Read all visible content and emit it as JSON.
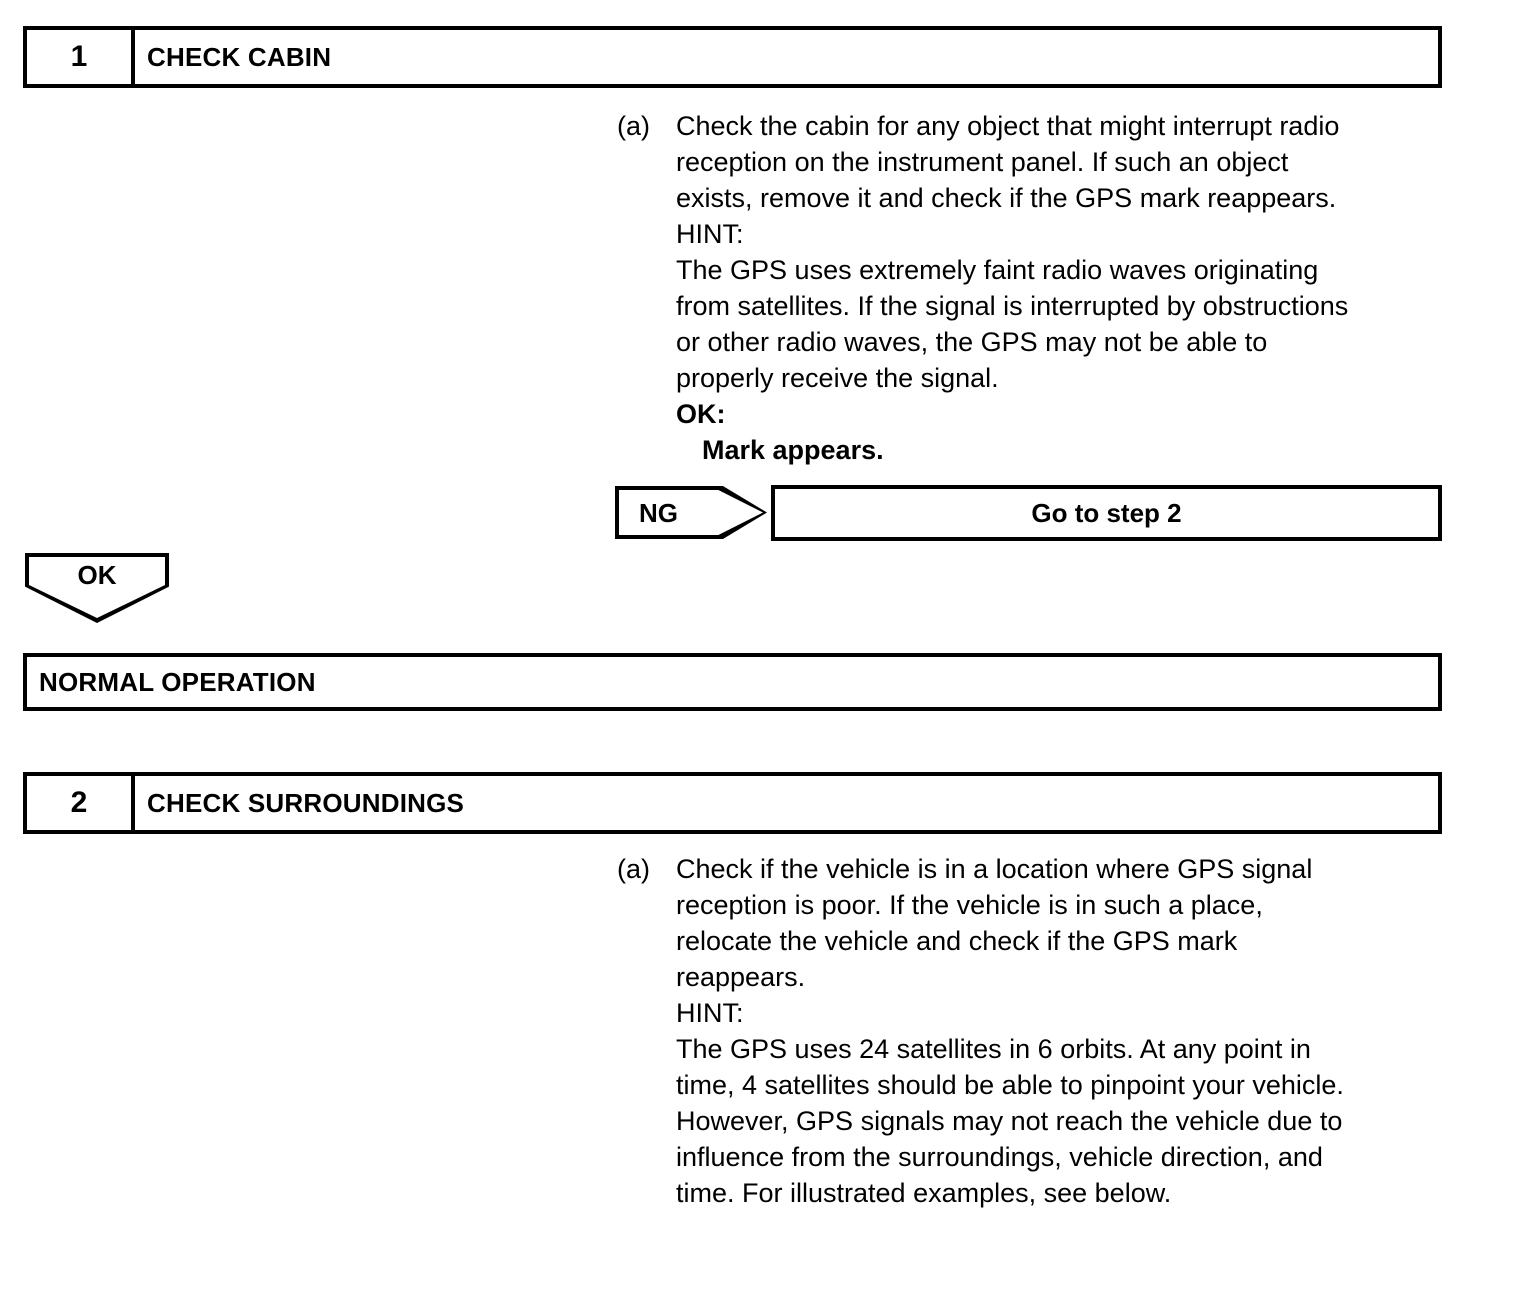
{
  "document": {
    "type": "troubleshooting-flowchart",
    "subject": "GPS signal reception"
  },
  "steps": [
    {
      "number": "1",
      "title": "CHECK CABIN",
      "procedures": [
        {
          "marker": "(a)",
          "lines": [
            {
              "text": "Check the cabin for any object that might interrupt radio",
              "bold": false,
              "indent": false
            },
            {
              "text": "reception on the instrument panel. If such an object",
              "bold": false,
              "indent": false
            },
            {
              "text": "exists, remove it and check if the GPS mark reappears.",
              "bold": false,
              "indent": false
            },
            {
              "text": "HINT:",
              "bold": false,
              "indent": false
            },
            {
              "text": "The GPS uses extremely faint radio waves originating",
              "bold": false,
              "indent": false
            },
            {
              "text": "from satellites. If the signal is interrupted by obstructions",
              "bold": false,
              "indent": false
            },
            {
              "text": "or other radio waves, the GPS may not be able to",
              "bold": false,
              "indent": false
            },
            {
              "text": "properly receive the signal.",
              "bold": false,
              "indent": false
            },
            {
              "text": "OK:",
              "bold": true,
              "indent": false
            },
            {
              "text": "Mark appears.",
              "bold": true,
              "indent": true
            }
          ]
        }
      ],
      "ng_tag": "NG",
      "ng_target": "Go to step 2",
      "ok_tag": "OK"
    },
    {
      "number": "2",
      "title": "CHECK SURROUNDINGS",
      "procedures": [
        {
          "marker": "(a)",
          "lines": [
            {
              "text": "Check if the vehicle is in a location where GPS signal",
              "bold": false,
              "indent": false
            },
            {
              "text": "reception is poor. If the vehicle is in such a place,",
              "bold": false,
              "indent": false
            },
            {
              "text": "relocate the vehicle and check if the GPS mark",
              "bold": false,
              "indent": false
            },
            {
              "text": "reappears.",
              "bold": false,
              "indent": false
            },
            {
              "text": "HINT:",
              "bold": false,
              "indent": false
            },
            {
              "text": "The GPS uses 24 satellites in 6 orbits. At any point in",
              "bold": false,
              "indent": false
            },
            {
              "text": "time, 4 satellites should be able to pinpoint your vehicle.",
              "bold": false,
              "indent": false
            },
            {
              "text": "However, GPS signals may not reach the vehicle due to",
              "bold": false,
              "indent": false
            },
            {
              "text": "influence from the surroundings, vehicle direction, and",
              "bold": false,
              "indent": false
            },
            {
              "text": "time. For illustrated examples, see below.",
              "bold": false,
              "indent": false
            }
          ]
        }
      ]
    }
  ],
  "result_bars": [
    {
      "label": "NORMAL OPERATION"
    }
  ],
  "colors": {
    "ink": "#000000",
    "page": "#ffffff"
  }
}
